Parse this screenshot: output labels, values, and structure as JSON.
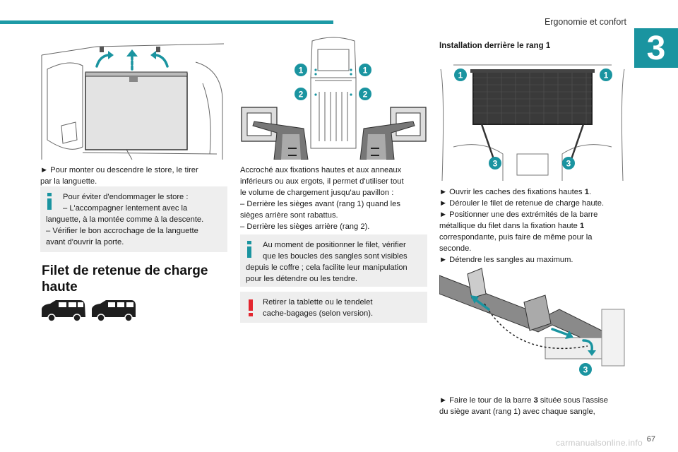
{
  "header": {
    "title": "Ergonomie et confort",
    "chapter": "3"
  },
  "footer": {
    "page_number": "67",
    "watermark": "carmanualsonline.info"
  },
  "column1": {
    "instruction_lines": [
      "► Pour monter ou descendre le store, le tirer",
      "par la languette."
    ],
    "info_lines": [
      "Pour éviter d'endommager le store :",
      "– L'accompagner lentement avec la",
      "languette, à la montée comme à la descente.",
      "– Vérifier le bon accrochage de la languette",
      "avant d'ouvrir la porte."
    ],
    "section_title_lines": [
      "Filet de retenue de charge",
      "haute"
    ]
  },
  "column2": {
    "body_lines": [
      "Accroché aux fixations hautes et aux anneaux",
      "inférieurs ou aux ergots, il permet d'utiliser tout",
      "le volume de chargement jusqu'au pavillon :",
      "– Derrière les sièges avant (rang 1) quand les",
      "sièges arrière sont rabattus.",
      "– Derrière les sièges arrière (rang 2)."
    ],
    "info_lines": [
      "Au moment de positionner le filet, vérifier",
      "que les boucles des sangles sont visibles",
      "depuis le coffre ; cela facilite leur manipulation",
      "pour les détendre ou les tendre."
    ],
    "warning_lines": [
      "Retirer la tablette ou le tendelet",
      "cache-bagages (selon version)."
    ],
    "callouts": [
      "1",
      "1",
      "2",
      "2"
    ]
  },
  "column3": {
    "subtitle": "Installation derrière le rang 1",
    "callouts_top": [
      "1",
      "1",
      "3",
      "3"
    ],
    "steps": {
      "l1_pre": "► Ouvrir les caches des fixations hautes ",
      "l1_num": "1",
      "l1_post": ".",
      "l2": "► Dérouler le filet de retenue de charge haute.",
      "l3": "► Positionner une des extrémités de la barre",
      "l4_pre": "métallique du filet dans la fixation haute ",
      "l4_num": "1",
      "l5": "correspondante, puis faire de même pour la",
      "l6": "seconde.",
      "l7": "► Détendre les sangles au maximum."
    },
    "callout_bottom": "3",
    "final": {
      "l1_pre": "► Faire le tour de la barre ",
      "l1_num": "3",
      "l1_post": " située sous l'assise",
      "l2": "du siège avant (rang 1) avec chaque sangle,"
    }
  }
}
